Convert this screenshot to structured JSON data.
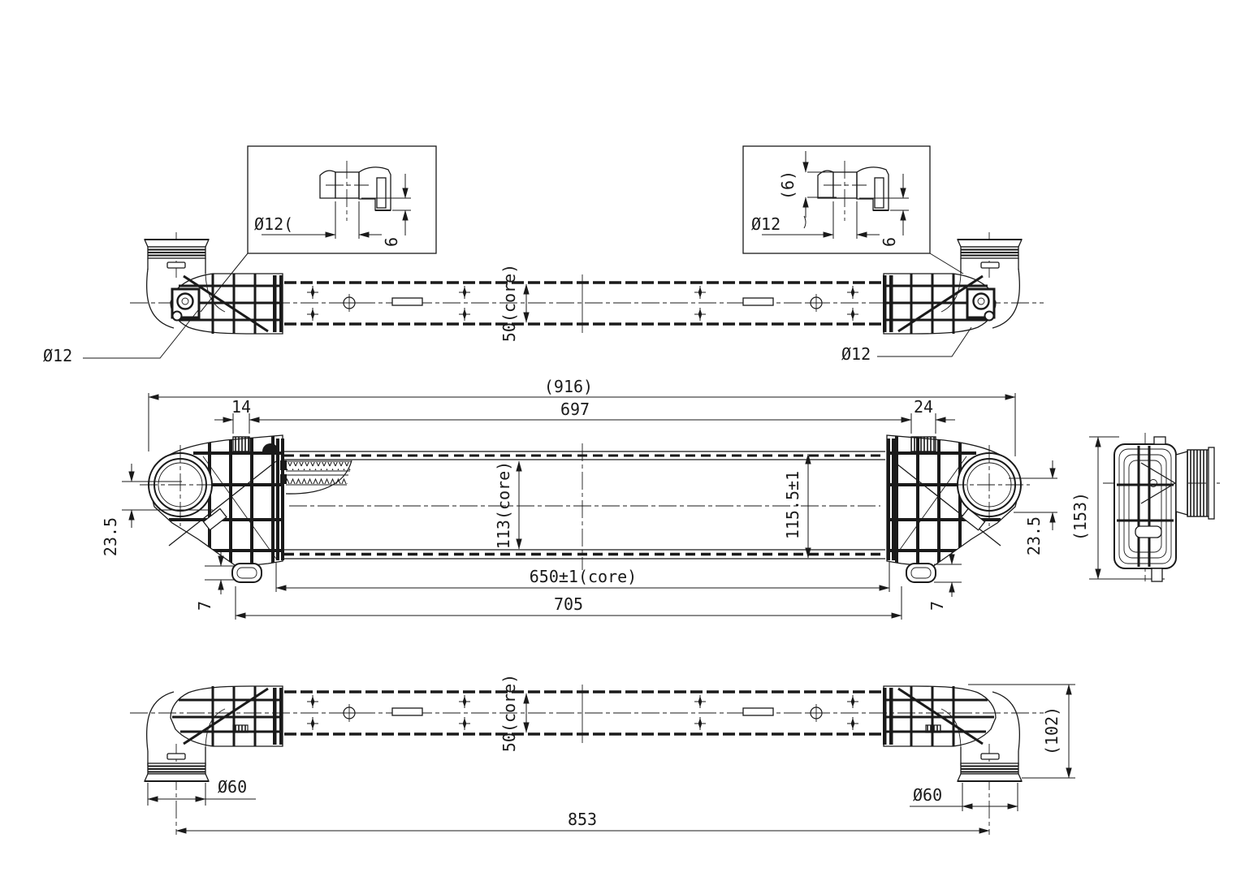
{
  "page": {
    "background": "#ffffff",
    "line_color": "#1a1a1a"
  },
  "labels": {
    "detail_left": {
      "dia": "Ø12(",
      "h": "6"
    },
    "detail_right": {
      "inner": "(6)",
      "dia": "Ø12",
      "h": "6"
    },
    "top_view": {
      "core": "50(core)",
      "dia_left": "Ø12",
      "dia_right": "Ø12"
    },
    "front_view": {
      "overall": "(916)",
      "width_697": "697",
      "tab_14": "14",
      "tab_24": "24",
      "offset_left": "23.5",
      "offset_right": "23.5",
      "core_h": "113(core)",
      "tank_h": "115.5±1",
      "core_w": "650±1(core)",
      "width_705": "705",
      "foot_left": "7",
      "foot_right": "7"
    },
    "side_view": {
      "height": "(153)"
    },
    "bottom_view": {
      "core": "50(core)",
      "dia_left": "Ø60",
      "dia_right": "Ø60",
      "span": "853",
      "depth": "(102)"
    }
  }
}
